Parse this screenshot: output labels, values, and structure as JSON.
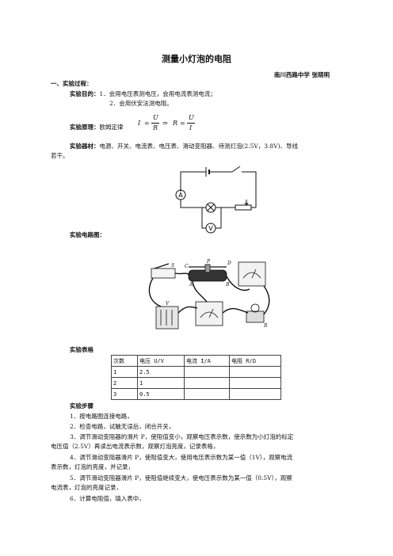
{
  "title": "测量小灯泡的电阻",
  "author": "南川西路中学  张晓明",
  "section1": "一、实验过程：",
  "purpose": {
    "label": "实验目的：",
    "line1": "1．会用电压表测电压，会用电流表测电流；",
    "line2": "2．会用伏安法测电阻。"
  },
  "principle": {
    "label": "实验原理：",
    "text": "欧姆定律",
    "formula": {
      "I": "I",
      "R": "R",
      "U": "U",
      "eq": "=",
      "arrow": "⇒"
    }
  },
  "equipment": {
    "label": "实验器材：",
    "line1": "电源、开关、电流表、电压表、滑动变阻器、待测灯泡(2.5V，3.8V)、导线",
    "line2": "若干。"
  },
  "circuit_label": "实验电路图：",
  "circuit_symbols": {
    "ammeter": "A",
    "voltmeter": "V"
  },
  "photo_labels": {
    "s": "S",
    "c": "C",
    "p": "P",
    "d": "D",
    "a": "A",
    "b": "B",
    "r": "R",
    "v": "V"
  },
  "table_label": "实验表格",
  "table": {
    "headers": [
      "次数",
      "电压 U/V",
      "电流 I/A",
      "电阻 R/Ω"
    ],
    "rows": [
      [
        "1",
        "2.5",
        "",
        ""
      ],
      [
        "2",
        "1",
        "",
        ""
      ],
      [
        "3",
        "0.5",
        "",
        ""
      ]
    ]
  },
  "steps_label": "实验步骤",
  "steps": {
    "s1": "1．按电路图连接电路，",
    "s2": "2．检查电路，试触无误后，闭合开关，",
    "s3a": "3．调节滑动变阻器的滑片 P，使阻值变小，观察电压表示数，使示数为小灯泡的标定",
    "s3b": "电压值（2.5V）再读出电流表示数，观察灯泡亮度，记录表格，",
    "s4a": "4．调节滑动变阻器滑片 P，使阻值变大，使用电压表示数为某一值（1V），观察电流",
    "s4b": "表示数，灯泡的亮度，并记录，",
    "s5a": "5．调节滑动变阻器滑片 P，使阻值继续变大，使电压表示数为某一值（0.5V），观察",
    "s5b": "电流表，灯泡的亮度记录，",
    "s6": "6．计算电阻值，填入表中，"
  }
}
